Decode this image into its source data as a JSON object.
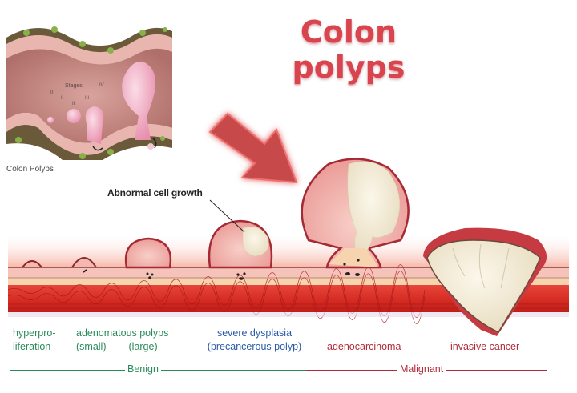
{
  "title": "Colon polyps",
  "inset": {
    "caption": "Colon Polyps",
    "stages_label": "Stages",
    "stage_numbers": [
      "0",
      "I",
      "II",
      "III",
      "IV"
    ]
  },
  "callout": "Abnormal cell growth",
  "stages": [
    {
      "line1": "hyperpro-",
      "line2": "liferation",
      "color": "#2a8a5a"
    },
    {
      "line1": "adenomatous polyps",
      "line2a": "(small)",
      "line2b": "(large)",
      "color": "#2a8a5a"
    },
    {
      "line1": "severe dysplasia",
      "line2": "(precancerous polyp)",
      "color": "#2a5aa8"
    },
    {
      "line1": "adenocarcinoma",
      "color": "#b12a3a"
    },
    {
      "line1": "invasive cancer",
      "color": "#b12a3a"
    }
  ],
  "ranges": {
    "benign": {
      "label": "Benign",
      "color": "#2a8a5a"
    },
    "malignant": {
      "label": "Malignant",
      "color": "#b12a3a"
    }
  },
  "colors": {
    "title": "#d8454f",
    "arrow": "#c84a4a",
    "tissue_pink": "#f4b7b2",
    "muscle_red": "#d8322a",
    "tumor_cream": "#f3ecd8"
  }
}
